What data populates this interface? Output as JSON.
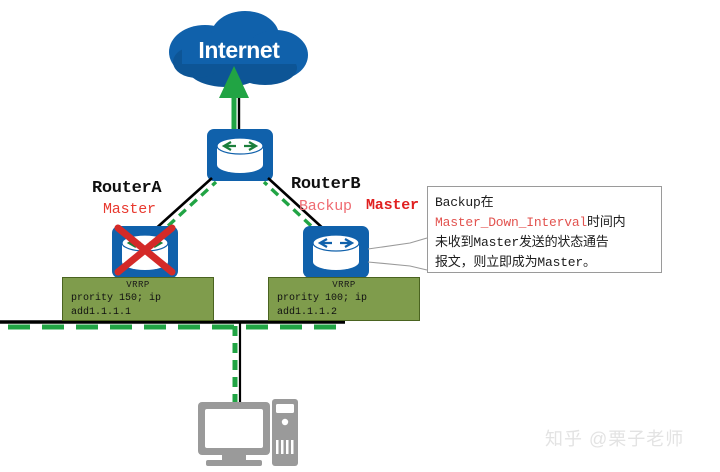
{
  "diagram": {
    "title": "VRRP Master/Backup failover topology",
    "cloud": {
      "label": "Internet",
      "fill": "#1061ab",
      "fill_dark": "#0d5596",
      "text_color": "#ffffff"
    },
    "devices": [
      {
        "id": "core-router",
        "type": "router-icon",
        "label": "",
        "color": "#1061ab"
      },
      {
        "id": "routerA",
        "type": "router-icon",
        "name": "RouterA",
        "role": "Master",
        "role_color": "#e8392f",
        "failed": true,
        "fail_mark": "red-x-icon",
        "color": "#1061ab"
      },
      {
        "id": "routerB",
        "type": "router-icon",
        "name": "RouterB",
        "role": "Backup",
        "role_color": "#ef6b72",
        "new_role": "Master",
        "new_role_color": "#e02020",
        "failed": false,
        "color": "#1061ab"
      },
      {
        "id": "host-pc",
        "type": "desktop-pc-icon",
        "label": "",
        "color": "#9a9a9a"
      }
    ],
    "vrrp_config_a": {
      "title": "VRRP",
      "line1": "prority 150; ip",
      "line2": "add1.1.1.1",
      "fill": "#7f9c4c",
      "border": "#4a6320"
    },
    "vrrp_config_b": {
      "title": "VRRP",
      "line1": "prority 100; ip",
      "line2": "add1.1.1.2",
      "fill": "#7f9c4c",
      "border": "#4a6320"
    },
    "callout": {
      "line1_plain": "Backup在",
      "line2_red": "Master_Down_Interval",
      "line2_plain": "时间内",
      "line3": "未收到Master发送的状态通告",
      "line4": "报文，则立即成为Master。",
      "border": "#9a9a9a",
      "highlight_color": "#e2534f"
    },
    "links": {
      "solid_color": "#000000",
      "traffic_color": "#21a444",
      "traffic_style": "dashed",
      "arrow_color": "#21a444"
    },
    "watermark": {
      "text": "知乎 @栗子老师",
      "color": "#e3e3e3"
    }
  }
}
